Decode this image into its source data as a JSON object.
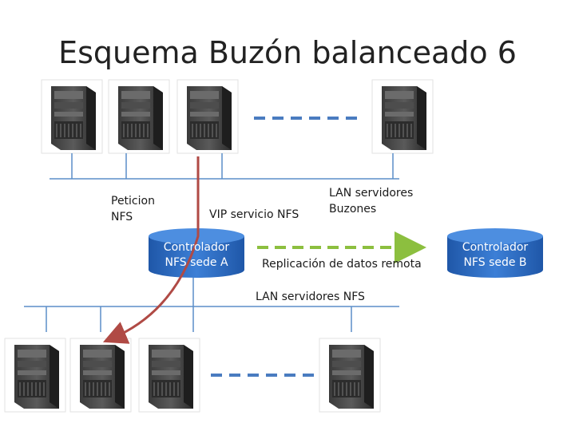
{
  "title": "Esquema Buzón balanceado 6",
  "labels": {
    "peticion": "Peticion NFS",
    "vip": "VIP servicio NFS",
    "lan_buzones": "LAN servidores Buzones",
    "replicacion": "Replicación de datos remota",
    "lan_nfs": "LAN servidores NFS"
  },
  "controllers": {
    "a": "Controlador NFS sede A",
    "b": "Controlador NFS sede B"
  },
  "colors": {
    "lan_line": "#5b8ec9",
    "request_arrow": "#b04a45",
    "replication_arrow": "#8cbf3f",
    "cylinder": "#2f6fc4",
    "dashed_link": "#4a7cc0"
  }
}
